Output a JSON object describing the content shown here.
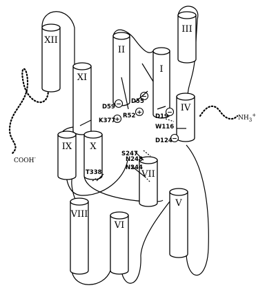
{
  "helices": [
    {
      "id": "XII",
      "label": "XII"
    },
    {
      "id": "II",
      "label": "II"
    },
    {
      "id": "I",
      "label": "I"
    },
    {
      "id": "III",
      "label": "III"
    },
    {
      "id": "XI",
      "label": "XI"
    },
    {
      "id": "IV",
      "label": "IV"
    },
    {
      "id": "IX",
      "label": "IX"
    },
    {
      "id": "X",
      "label": "X"
    },
    {
      "id": "VII",
      "label": "VII"
    },
    {
      "id": "VIII",
      "label": "VIII"
    },
    {
      "id": "VI",
      "label": "VI"
    },
    {
      "id": "V",
      "label": "V"
    }
  ],
  "residues": {
    "d59": "D59",
    "d55": "D55",
    "r52": "R52",
    "d19": "D19",
    "k377": "K377",
    "w116": "W116",
    "d124": "D124",
    "n248": "N248",
    "s247": "S247",
    "n244": "N244",
    "t338": "T338"
  },
  "termini": {
    "c": "COOH",
    "n": "NH"
  },
  "charges": {
    "minus": "−",
    "plus": "+"
  }
}
